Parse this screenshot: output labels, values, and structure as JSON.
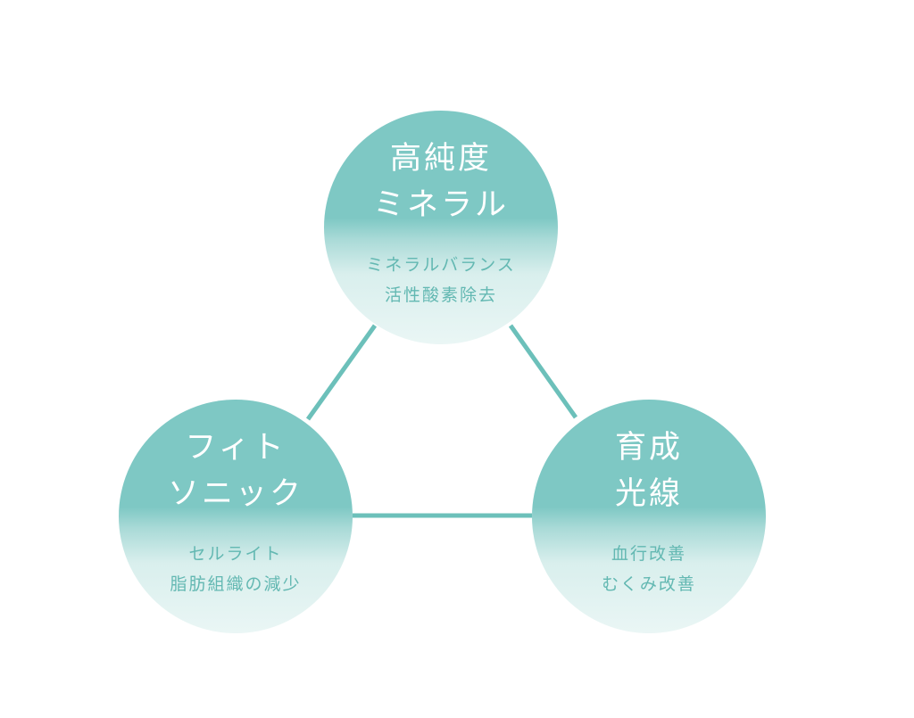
{
  "colors": {
    "accent": "#7ec8c4",
    "line": "#6cc0ba",
    "description_text": "#63b8b2",
    "title_text": "#ffffff"
  },
  "nodes": [
    {
      "id": "top",
      "title_lines": [
        "高純度",
        "ミネラル"
      ],
      "description_lines": [
        "ミネラルバランス",
        "活性酸素除去"
      ]
    },
    {
      "id": "left",
      "title_lines": [
        "フィト",
        "ソニック"
      ],
      "description_lines": [
        "セルライト",
        "脂肪組織の減少"
      ]
    },
    {
      "id": "right",
      "title_lines": [
        "育成",
        "光線"
      ],
      "description_lines": [
        "血行改善",
        "むくみ改善"
      ]
    }
  ]
}
